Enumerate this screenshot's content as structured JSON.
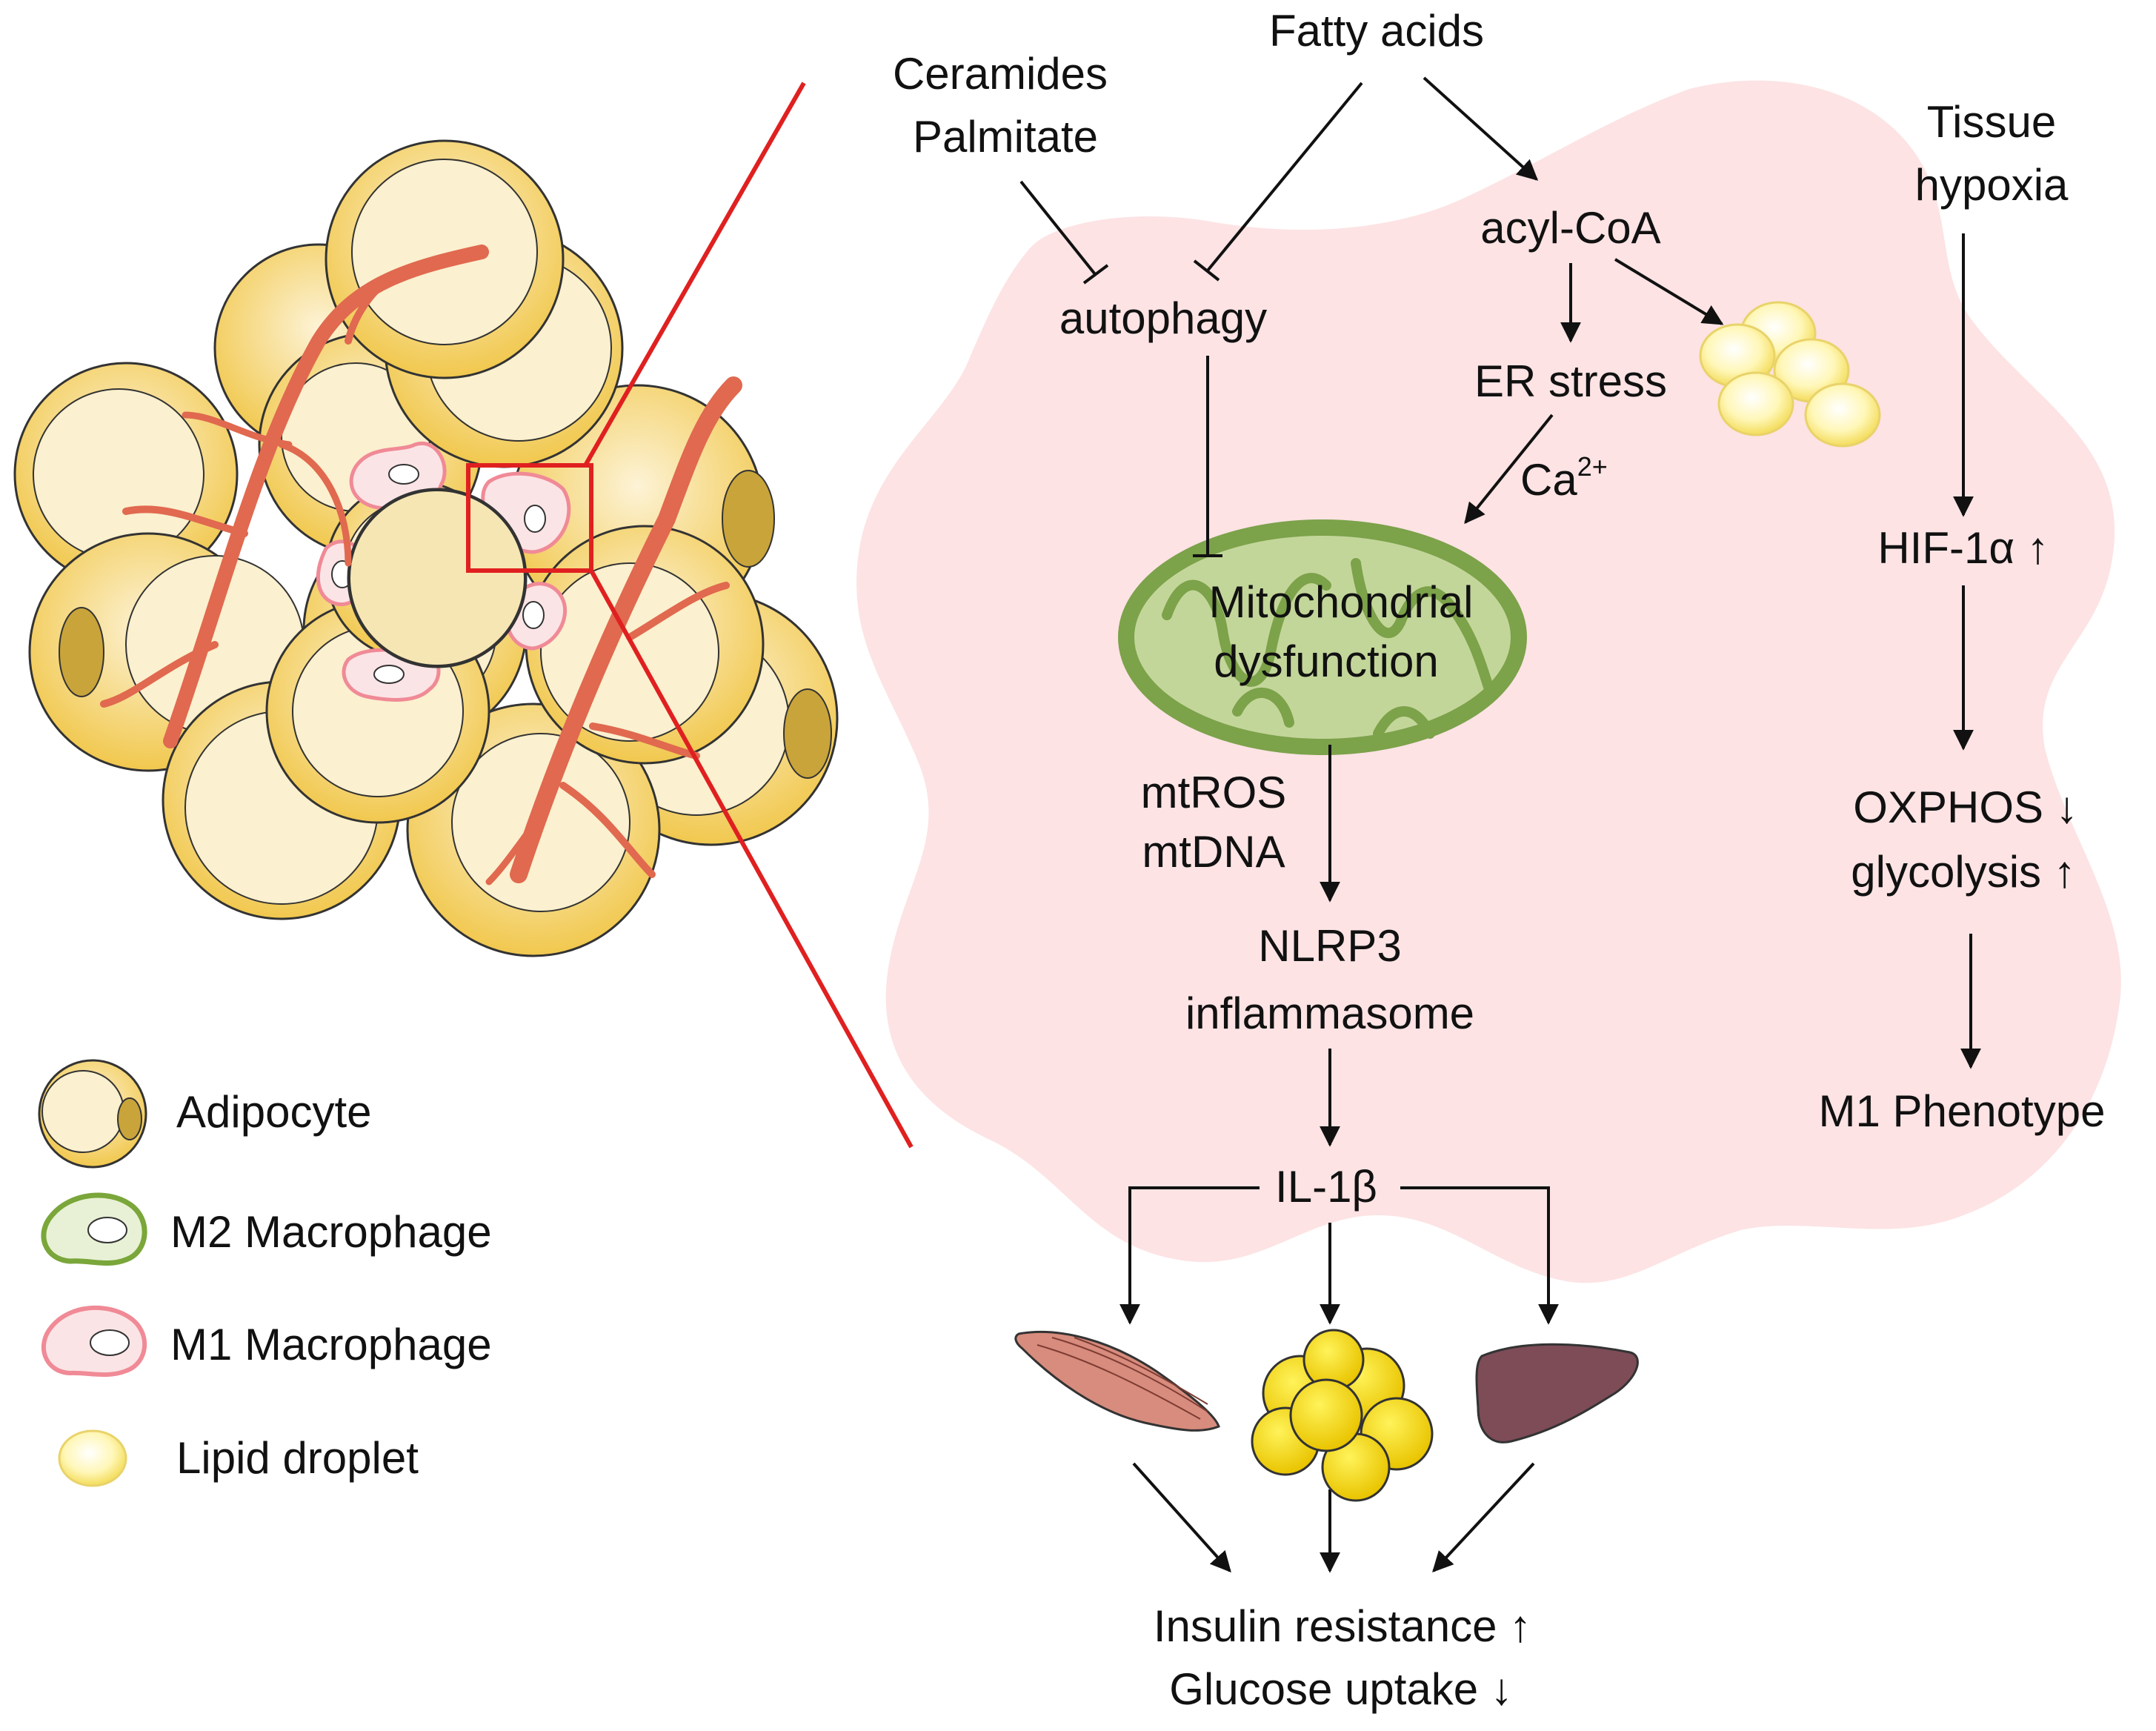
{
  "colors": {
    "cell_background": "#fde3e4",
    "adipocyte_fill": "#f6d676",
    "adipocyte_inner": "#fbf0cf",
    "adipocyte_nucleus": "#c9a43a",
    "vessel": "#e0694f",
    "m1_macrophage": "#f4a4ab",
    "m2_macrophage": "#7aa63a",
    "mitochondrion": "#7ca24a",
    "mito_fill": "#c3d69a",
    "lipid_droplet": "#fff59a",
    "liver": "#7d4c57",
    "muscle": "#d88c7d",
    "zoom_box": "#e02020"
  },
  "inputs": {
    "fatty_acids": "Fatty acids",
    "ceramides": "Ceramides",
    "palmitate": "Palmitate",
    "tissue": "Tissue",
    "hypoxia": "hypoxia"
  },
  "pathway": {
    "autophagy": "autophagy",
    "acyl_coa": "acyl-CoA",
    "er_stress": "ER stress",
    "ca": "Ca",
    "ca_sup": "2+",
    "mito_line1": "Mitochondrial",
    "mito_line2": "dysfunction",
    "mtros": "mtROS",
    "mtdna": "mtDNA",
    "nlrp3": "NLRP3",
    "inflammasome": "inflammasome",
    "il1b": "IL-1β",
    "hif": "HIF-1α ↑",
    "oxphos": "OXPHOS ↓",
    "glycolysis": "glycolysis ↑",
    "m1_phenotype": "M1 Phenotype",
    "insulin": "Insulin resistance ↑",
    "glucose": "Glucose uptake ↓"
  },
  "legend": {
    "adipocyte": "Adipocyte",
    "m2": "M2 Macrophage",
    "m1": "M1 Macrophage",
    "lipid": "Lipid droplet"
  },
  "icons": [
    "muscle-icon",
    "adipose-icon",
    "liver-icon"
  ]
}
